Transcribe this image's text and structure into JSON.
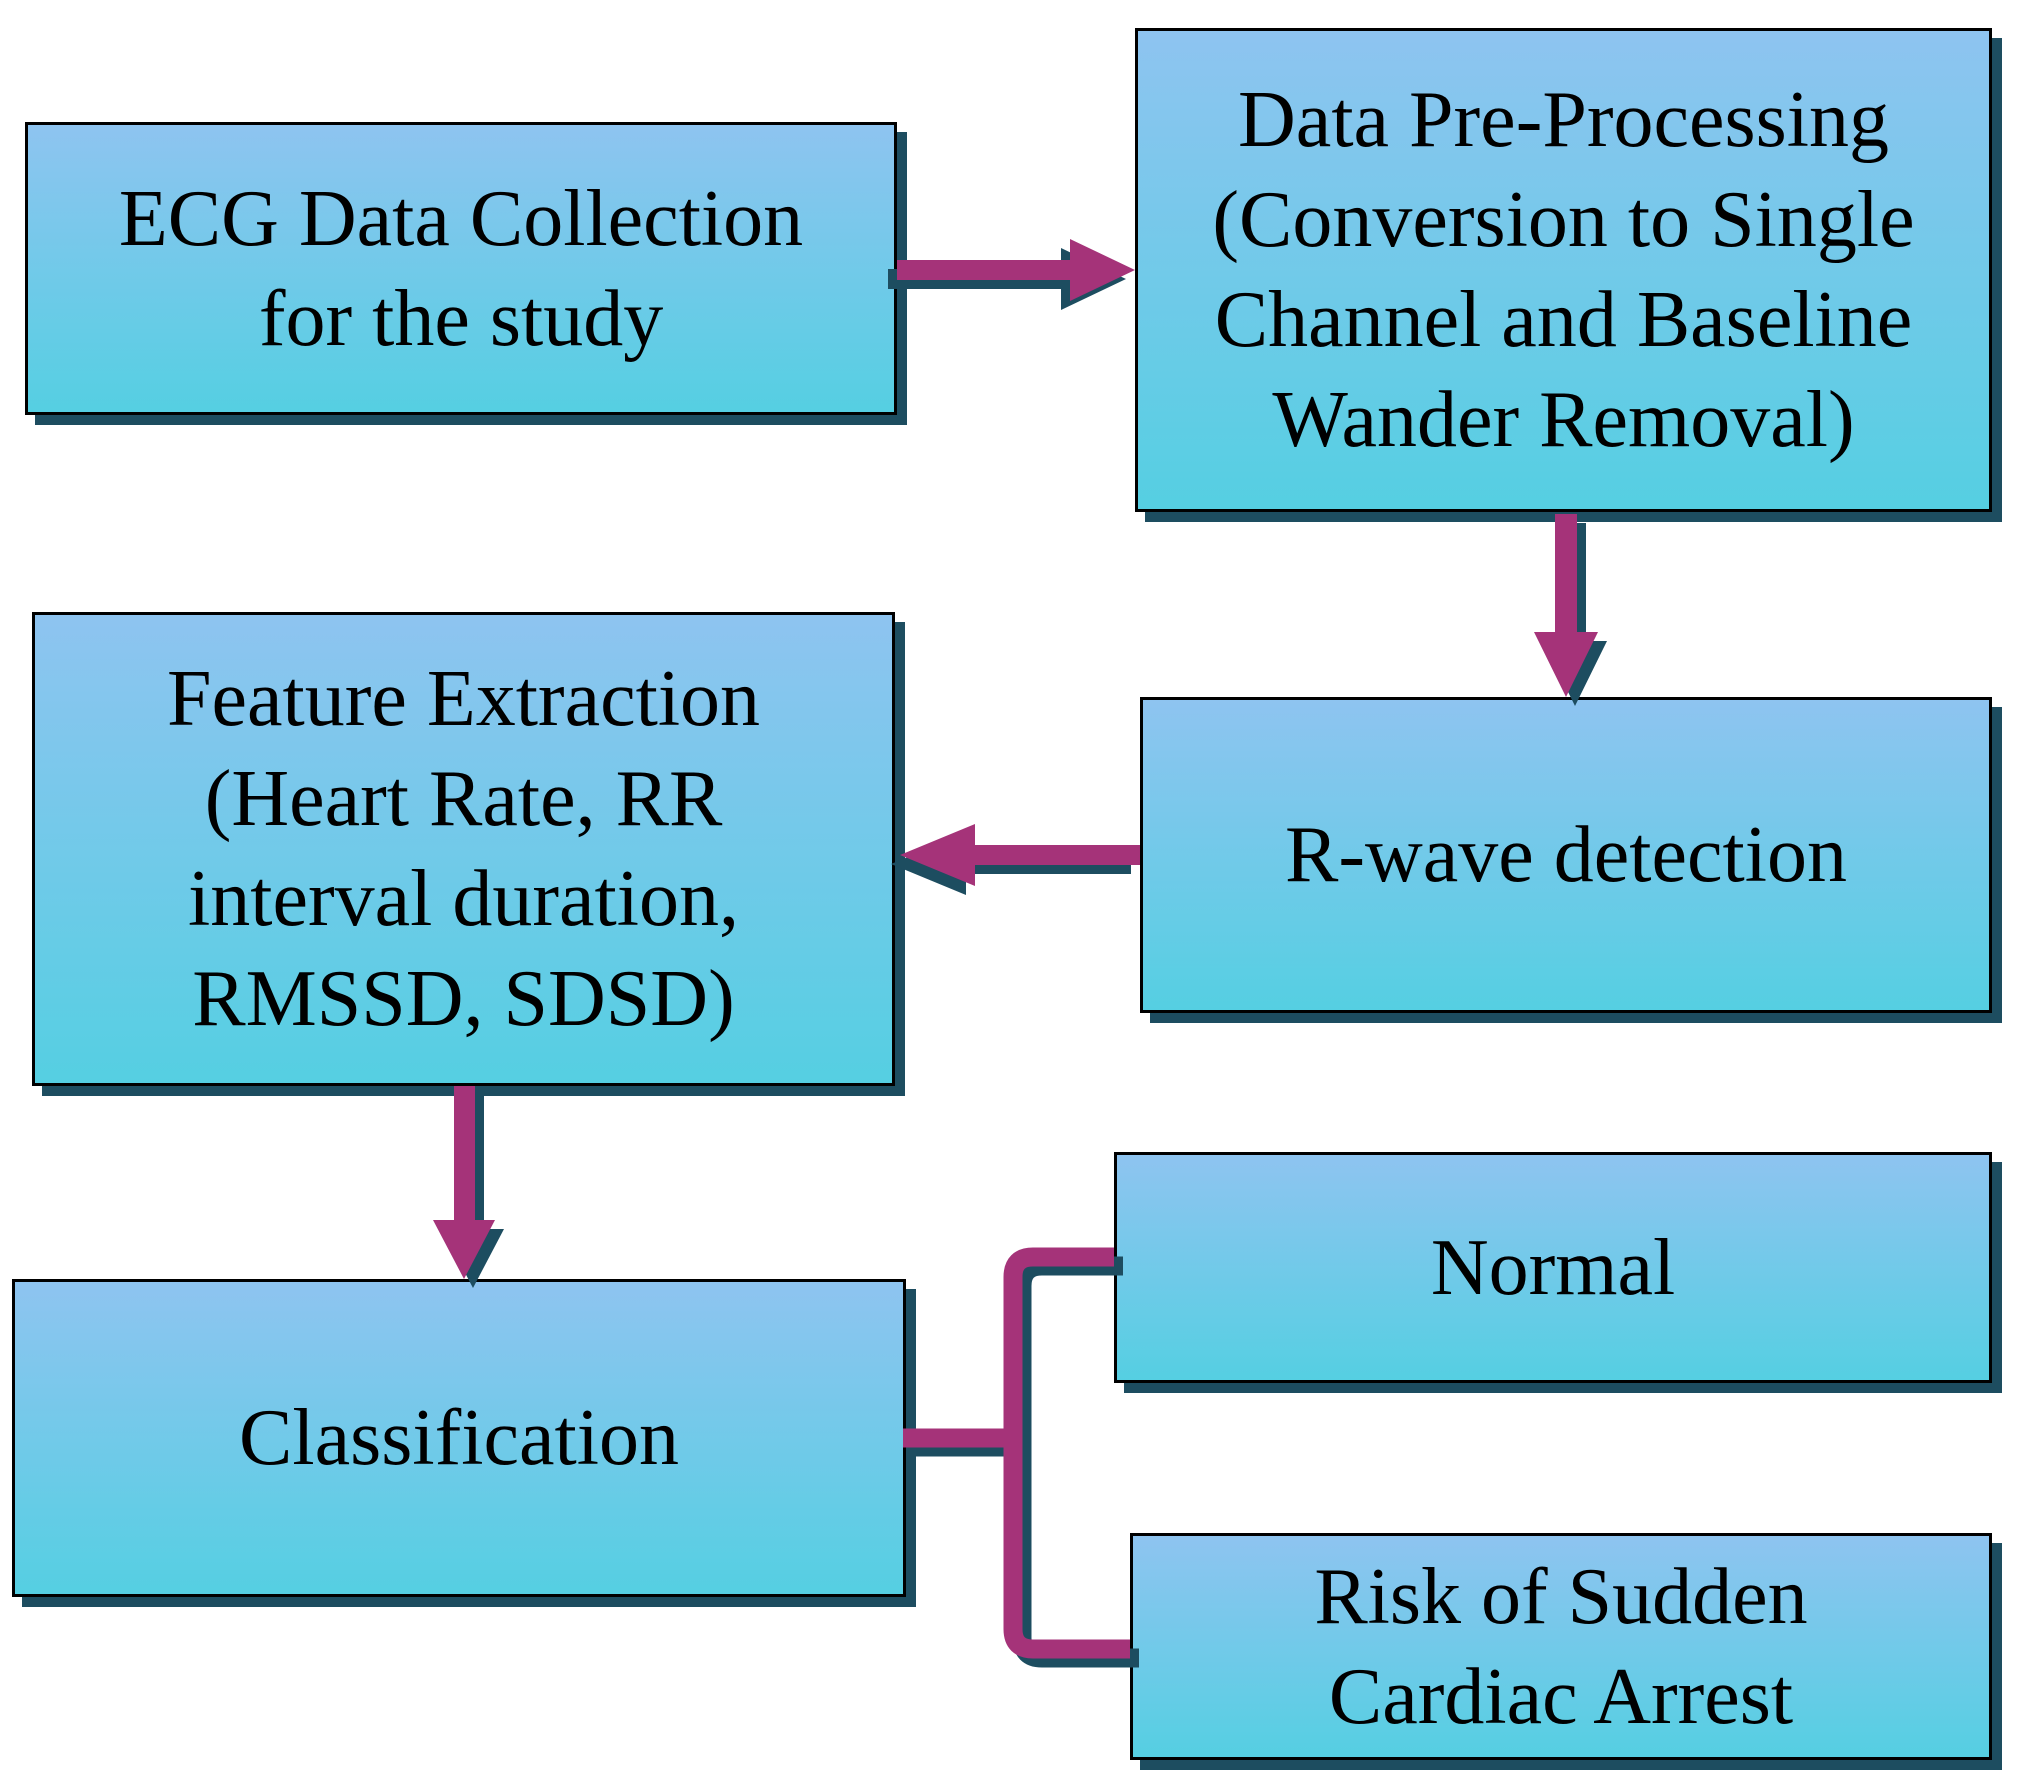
{
  "nodes": [
    {
      "id": "ecg-data-collection",
      "lines": [
        "ECG Data Collection",
        "for the study"
      ]
    },
    {
      "id": "data-pre-processing",
      "lines": [
        "Data Pre-Processing",
        "(Conversion to Single",
        "Channel and Baseline",
        "Wander Removal)"
      ]
    },
    {
      "id": "r-wave-detection",
      "lines": [
        "R-wave detection"
      ]
    },
    {
      "id": "feature-extraction",
      "lines": [
        "Feature Extraction",
        "(Heart Rate, RR",
        "interval duration,",
        "RMSSD, SDSD)"
      ]
    },
    {
      "id": "classification",
      "lines": [
        "Classification"
      ]
    },
    {
      "id": "normal",
      "lines": [
        "Normal"
      ]
    },
    {
      "id": "risk-of-sudden-cardiac-arrest",
      "lines": [
        "Risk of Sudden",
        "Cardiac Arrest"
      ]
    }
  ],
  "edges": [
    {
      "from": "ecg-data-collection",
      "to": "data-pre-processing"
    },
    {
      "from": "data-pre-processing",
      "to": "r-wave-detection"
    },
    {
      "from": "r-wave-detection",
      "to": "feature-extraction"
    },
    {
      "from": "feature-extraction",
      "to": "classification"
    },
    {
      "from": "classification",
      "to": "normal"
    },
    {
      "from": "classification",
      "to": "risk-of-sudden-cardiac-arrest"
    }
  ],
  "colors": {
    "grad_top": "#8ec4f0",
    "grad_bottom": "#55cfe2",
    "border": "#000000",
    "shadow": "#1d4d60",
    "arrow": "#a53379",
    "text": "#000000",
    "bg": "#ffffff"
  }
}
